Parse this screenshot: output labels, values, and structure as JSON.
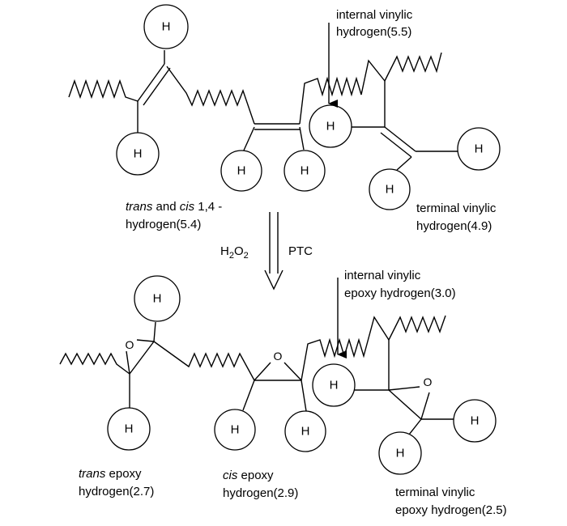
{
  "atoms": {
    "hydrogen": "H",
    "oxygen": "O"
  },
  "top": {
    "internal_label": [
      "internal vinylic",
      "hydrogen(5.5)"
    ],
    "transcis_label": {
      "l1_trans": "trans",
      "l1_and": " and ",
      "l1_cis": "cis",
      "l1_rest": " 1,4 -",
      "l2": "hydrogen(5.4)"
    },
    "terminal_label": [
      "terminal vinylic",
      "hydrogen(4.9)"
    ]
  },
  "reaction": {
    "reagent_base": "H",
    "reagent_sub1": "2",
    "reagent_mid": "O",
    "reagent_sub2": "2",
    "catalyst": "PTC"
  },
  "bottom": {
    "internal_label": [
      "internal vinylic",
      "epoxy hydrogen(3.0)"
    ],
    "trans_label": {
      "l1_italic": "trans",
      "l1_rest": " epoxy",
      "l2": "hydrogen(2.7)"
    },
    "cis_label": {
      "l1_italic": "cis",
      "l1_rest": " epoxy",
      "l2": "hydrogen(2.9)"
    },
    "terminal_label": [
      "terminal vinylic",
      "epoxy hydrogen(2.5)"
    ]
  }
}
